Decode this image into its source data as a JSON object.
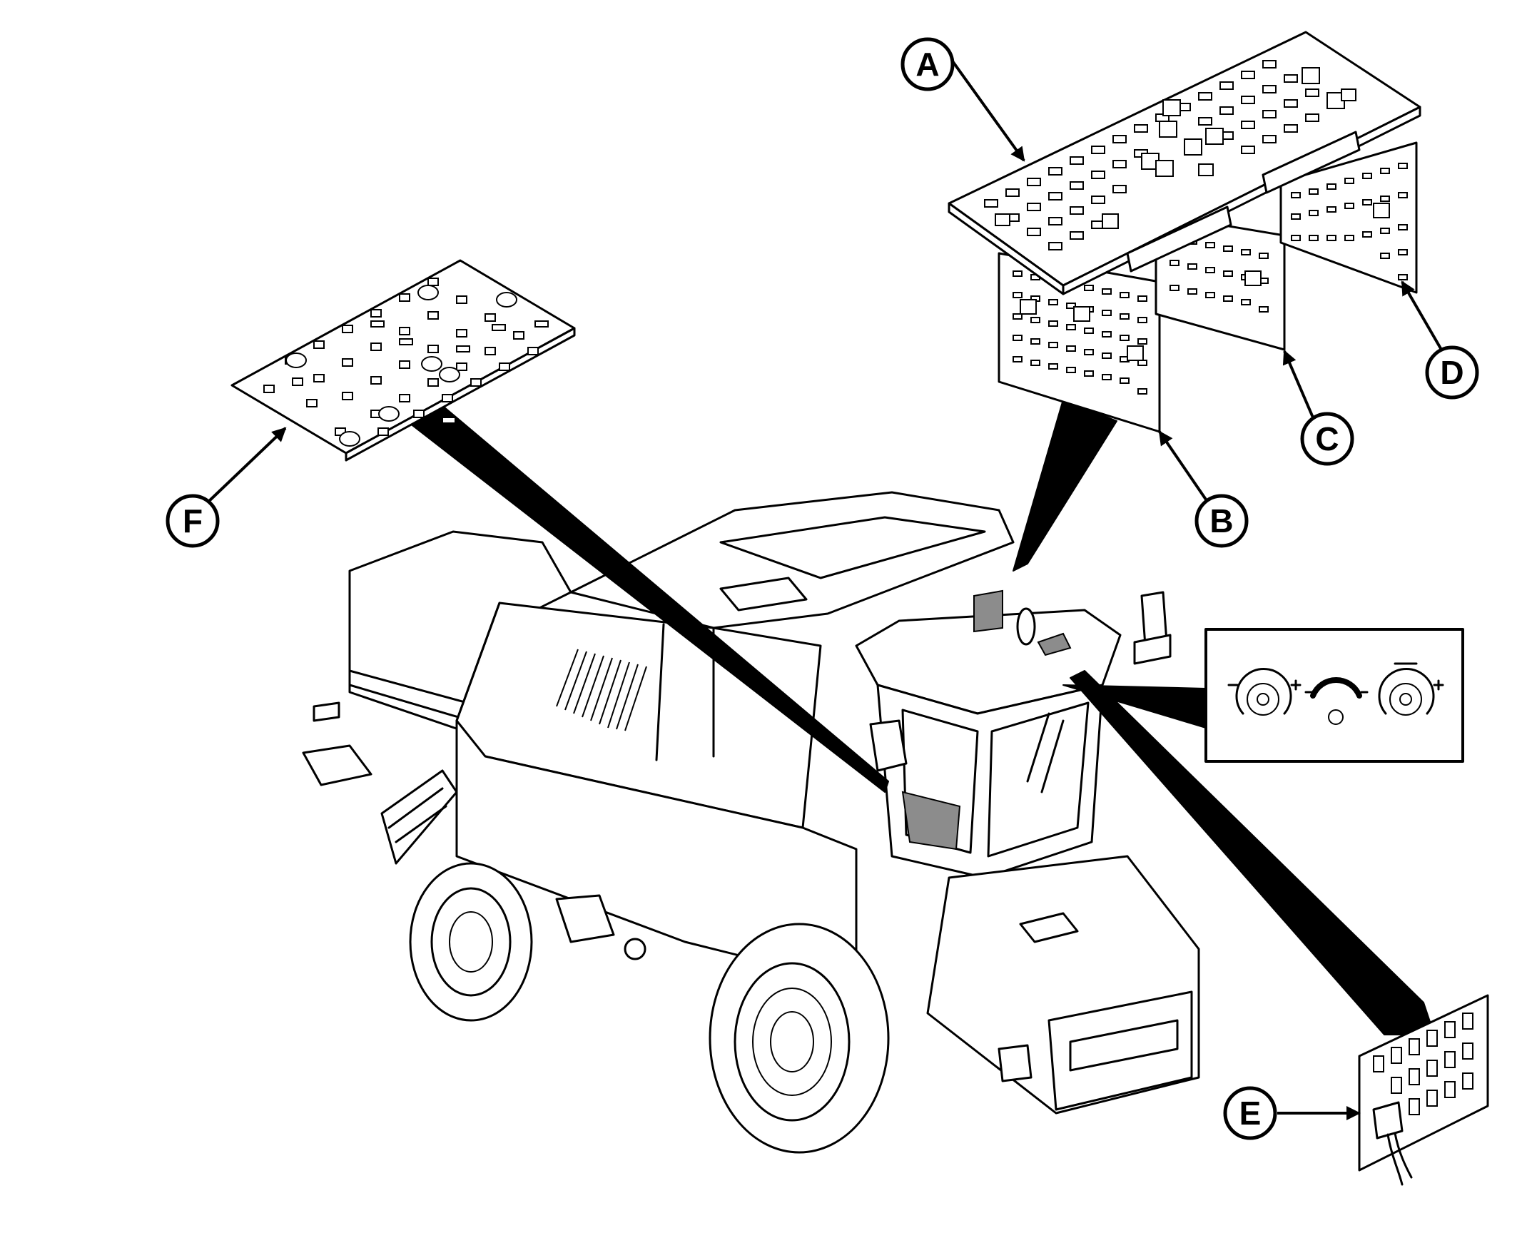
{
  "callouts": {
    "a": "A",
    "b": "B",
    "c": "C",
    "d": "D",
    "e": "E",
    "f": "F"
  },
  "colors": {
    "ink": "#000000",
    "shade": "#8c8c8c",
    "paper": "#ffffff"
  }
}
